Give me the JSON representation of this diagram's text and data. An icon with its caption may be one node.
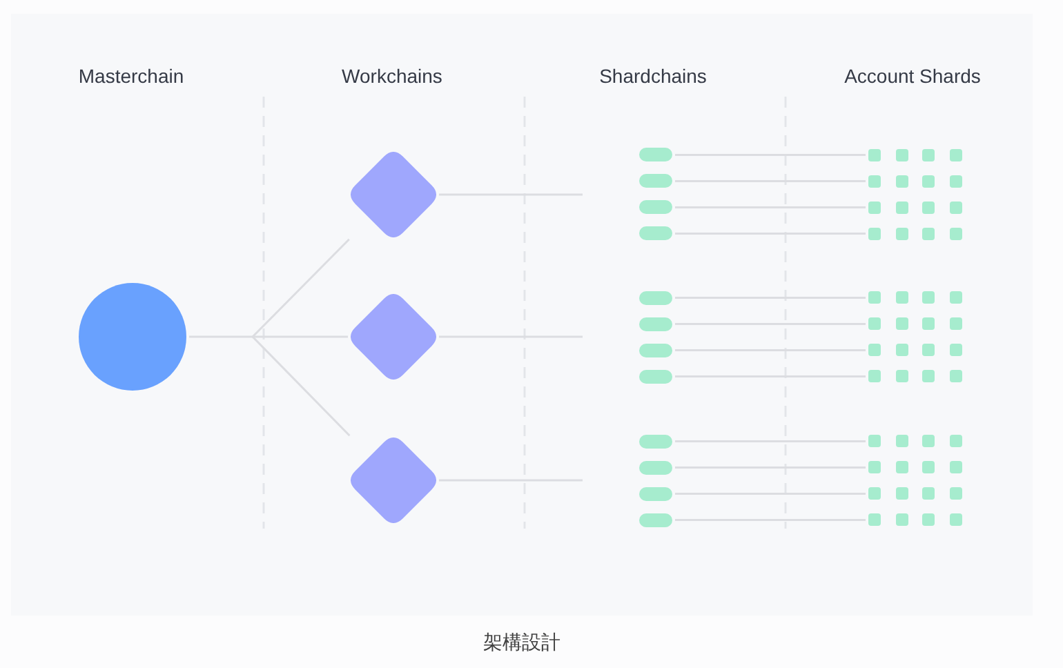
{
  "diagram": {
    "caption": "架構設計",
    "nodes": [
      {
        "text": [],
        "shape": "circle"
      },
      {
        "text": [],
        "shape": "diamond"
      },
      {
        "text": [],
        "shape": "diamond"
      },
      {
        "text": [],
        "shape": "diamond"
      },
      {
        "text": [],
        "shape": "bar"
      },
      {
        "text": [],
        "shape": "bar"
      },
      {
        "text": [],
        "shape": "bar"
      },
      {
        "text": [],
        "shape": "bar"
      },
      {
        "text": [],
        "shape": "bar"
      },
      {
        "text": [],
        "shape": "bar"
      },
      {
        "text": [],
        "shape": "bar"
      },
      {
        "text": [],
        "shape": "bar"
      },
      {
        "text": [],
        "shape": "bar"
      },
      {
        "text": [],
        "shape": "bar"
      },
      {
        "text": [],
        "shape": "bar"
      },
      {
        "text": [],
        "shape": "bar"
      },
      {
        "text": [],
        "shape": "box"
      },
      {
        "text": [],
        "shape": "box"
      },
      {
        "text": [],
        "shape": "box"
      },
      {
        "text": [],
        "shape": "box"
      },
      {
        "text": [],
        "shape": "box"
      },
      {
        "text": [],
        "shape": "box"
      },
      {
        "text": [],
        "shape": "box"
      },
      {
        "text": [],
        "shape": "box"
      },
      {
        "text": [],
        "shape": "box"
      },
      {
        "text": [],
        "shape": "box"
      },
      {
        "text": [],
        "shape": "box"
      },
      {
        "text": [],
        "shape": "box"
      },
      {
        "text": [],
        "shape": "box"
      },
      {
        "text": [],
        "shape": "box"
      },
      {
        "text": [],
        "shape": "box"
      },
      {
        "text": [],
        "shape": "box"
      },
      {
        "text": [],
        "shape": "box"
      },
      {
        "text": [],
        "shape": "box"
      },
      {
        "text": [],
        "shape": "box"
      },
      {
        "text": [],
        "shape": "box"
      },
      {
        "text": [],
        "shape": "box"
      },
      {
        "text": [],
        "shape": "box"
      },
      {
        "text": [],
        "shape": "box"
      },
      {
        "text": [],
        "shape": "box"
      },
      {
        "text": [],
        "shape": "box"
      },
      {
        "text": [],
        "shape": "box"
      },
      {
        "text": [],
        "shape": "box"
      },
      {
        "text": [],
        "shape": "box"
      },
      {
        "text": [],
        "shape": "box"
      },
      {
        "text": [],
        "shape": "box"
      },
      {
        "text": [],
        "shape": "box"
      },
      {
        "text": [],
        "shape": "box"
      },
      {
        "text": [],
        "shape": "box"
      },
      {
        "text": [],
        "shape": "box"
      },
      {
        "text": [],
        "shape": "box"
      },
      {
        "text": [],
        "shape": "box"
      },
      {
        "text": [],
        "shape": "box"
      },
      {
        "text": [],
        "shape": "box"
      },
      {
        "text": [],
        "shape": "box"
      },
      {
        "text": [],
        "shape": "box"
      },
      {
        "text": [],
        "shape": "box"
      },
      {
        "text": [],
        "shape": "box"
      },
      {
        "text": [],
        "shape": "box"
      },
      {
        "text": [],
        "shape": "box"
      },
      {
        "text": [],
        "shape": "box"
      },
      {
        "text": [],
        "shape": "box"
      },
      {
        "text": [],
        "shape": "box"
      },
      {
        "text": [],
        "shape": "box"
      }
    ],
    "edges": [
      {
        "from": 0,
        "to": 1,
        "arrow": "none"
      },
      {
        "from": 0,
        "to": 2,
        "arrow": "none"
      },
      {
        "from": 0,
        "to": 3,
        "arrow": "none"
      },
      {
        "from": 1,
        "to": null,
        "arrow": "none"
      },
      {
        "from": 2,
        "to": null,
        "arrow": "none"
      },
      {
        "from": 3,
        "to": null,
        "arrow": "none"
      },
      {
        "from": 4,
        "to": 16,
        "arrow": "none"
      },
      {
        "from": 5,
        "to": 20,
        "arrow": "none"
      },
      {
        "from": 6,
        "to": 24,
        "arrow": "none"
      },
      {
        "from": 7,
        "to": 28,
        "arrow": "none"
      },
      {
        "from": 8,
        "to": 32,
        "arrow": "none"
      },
      {
        "from": 9,
        "to": 36,
        "arrow": "none"
      },
      {
        "from": 10,
        "to": 40,
        "arrow": "none"
      },
      {
        "from": 11,
        "to": 44,
        "arrow": "none"
      },
      {
        "from": 12,
        "to": 48,
        "arrow": "none"
      },
      {
        "from": 13,
        "to": 52,
        "arrow": "none"
      },
      {
        "from": 14,
        "to": 56,
        "arrow": "none"
      },
      {
        "from": 15,
        "to": 60,
        "arrow": "none"
      }
    ],
    "labels": [
      "Masterchain",
      "Workchains",
      "Shardchains",
      "Account Shards"
    ]
  }
}
